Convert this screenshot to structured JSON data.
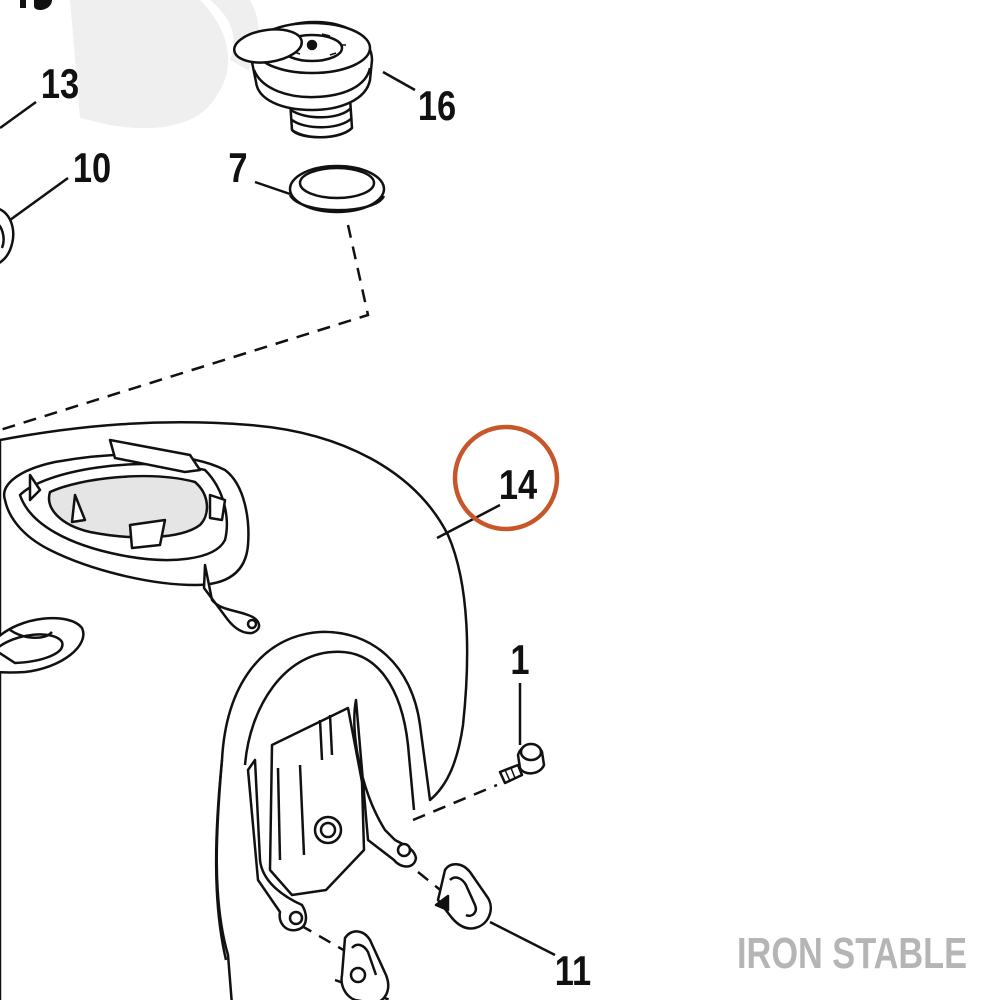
{
  "diagram": {
    "callouts": [
      {
        "id": "13",
        "label": "13"
      },
      {
        "id": "10",
        "label": "10"
      },
      {
        "id": "7",
        "label": "7"
      },
      {
        "id": "16",
        "label": "16"
      },
      {
        "id": "14",
        "label": "14"
      },
      {
        "id": "1",
        "label": "1"
      },
      {
        "id": "11",
        "label": "11"
      }
    ],
    "highlight": {
      "label": "14",
      "color": "#c8562b"
    },
    "line_color": "#111111",
    "shade_color": "#e5e5e5"
  },
  "watermark": {
    "text": "IRON STABLE",
    "color": "#b5b5b5"
  }
}
